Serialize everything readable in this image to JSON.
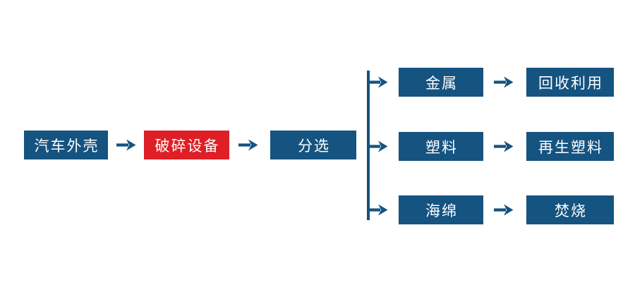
{
  "colors": {
    "blue": "#155380",
    "red": "#de1f26",
    "background": "#ffffff",
    "text": "#ffffff"
  },
  "icons": {
    "arrow_right": "→"
  },
  "flow": {
    "main": [
      {
        "label": "汽车外壳",
        "variant": "blue"
      },
      {
        "label": "破碎设备",
        "variant": "red"
      },
      {
        "label": "分选",
        "variant": "blue"
      }
    ],
    "branches": [
      {
        "material": "金属",
        "result": "回收利用"
      },
      {
        "material": "塑料",
        "result": "再生塑料"
      },
      {
        "material": "海绵",
        "result": "焚烧"
      }
    ]
  }
}
